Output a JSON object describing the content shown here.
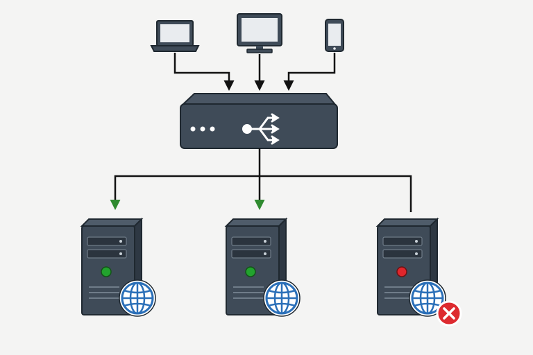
{
  "diagram": {
    "type": "load-balancer-topology",
    "clients": [
      {
        "id": "laptop",
        "icon": "laptop-icon"
      },
      {
        "id": "desktop",
        "icon": "desktop-monitor-icon"
      },
      {
        "id": "phone",
        "icon": "smartphone-icon"
      }
    ],
    "balancer": {
      "icon": "load-balancer-icon",
      "indicator_lights": 3,
      "symbol": "split-arrows-icon"
    },
    "servers": [
      {
        "id": "server-1",
        "status": "healthy",
        "status_color": "#22a32e",
        "badge": "globe-icon",
        "receives_traffic": true
      },
      {
        "id": "server-2",
        "status": "healthy",
        "status_color": "#22a32e",
        "badge": "globe-icon",
        "receives_traffic": true
      },
      {
        "id": "server-3",
        "status": "failed",
        "status_color": "#e0262c",
        "badge": "globe-icon",
        "error_badge": "x-circle-icon",
        "receives_traffic": false
      }
    ],
    "colors": {
      "device_body": "#3f4b58",
      "device_outline": "#1f2830",
      "connector": "#111111",
      "healthy_arrow": "#2f8a2f",
      "globe": "#2a6fb8",
      "error": "#dd2b30",
      "background": "#f4f4f3"
    }
  }
}
